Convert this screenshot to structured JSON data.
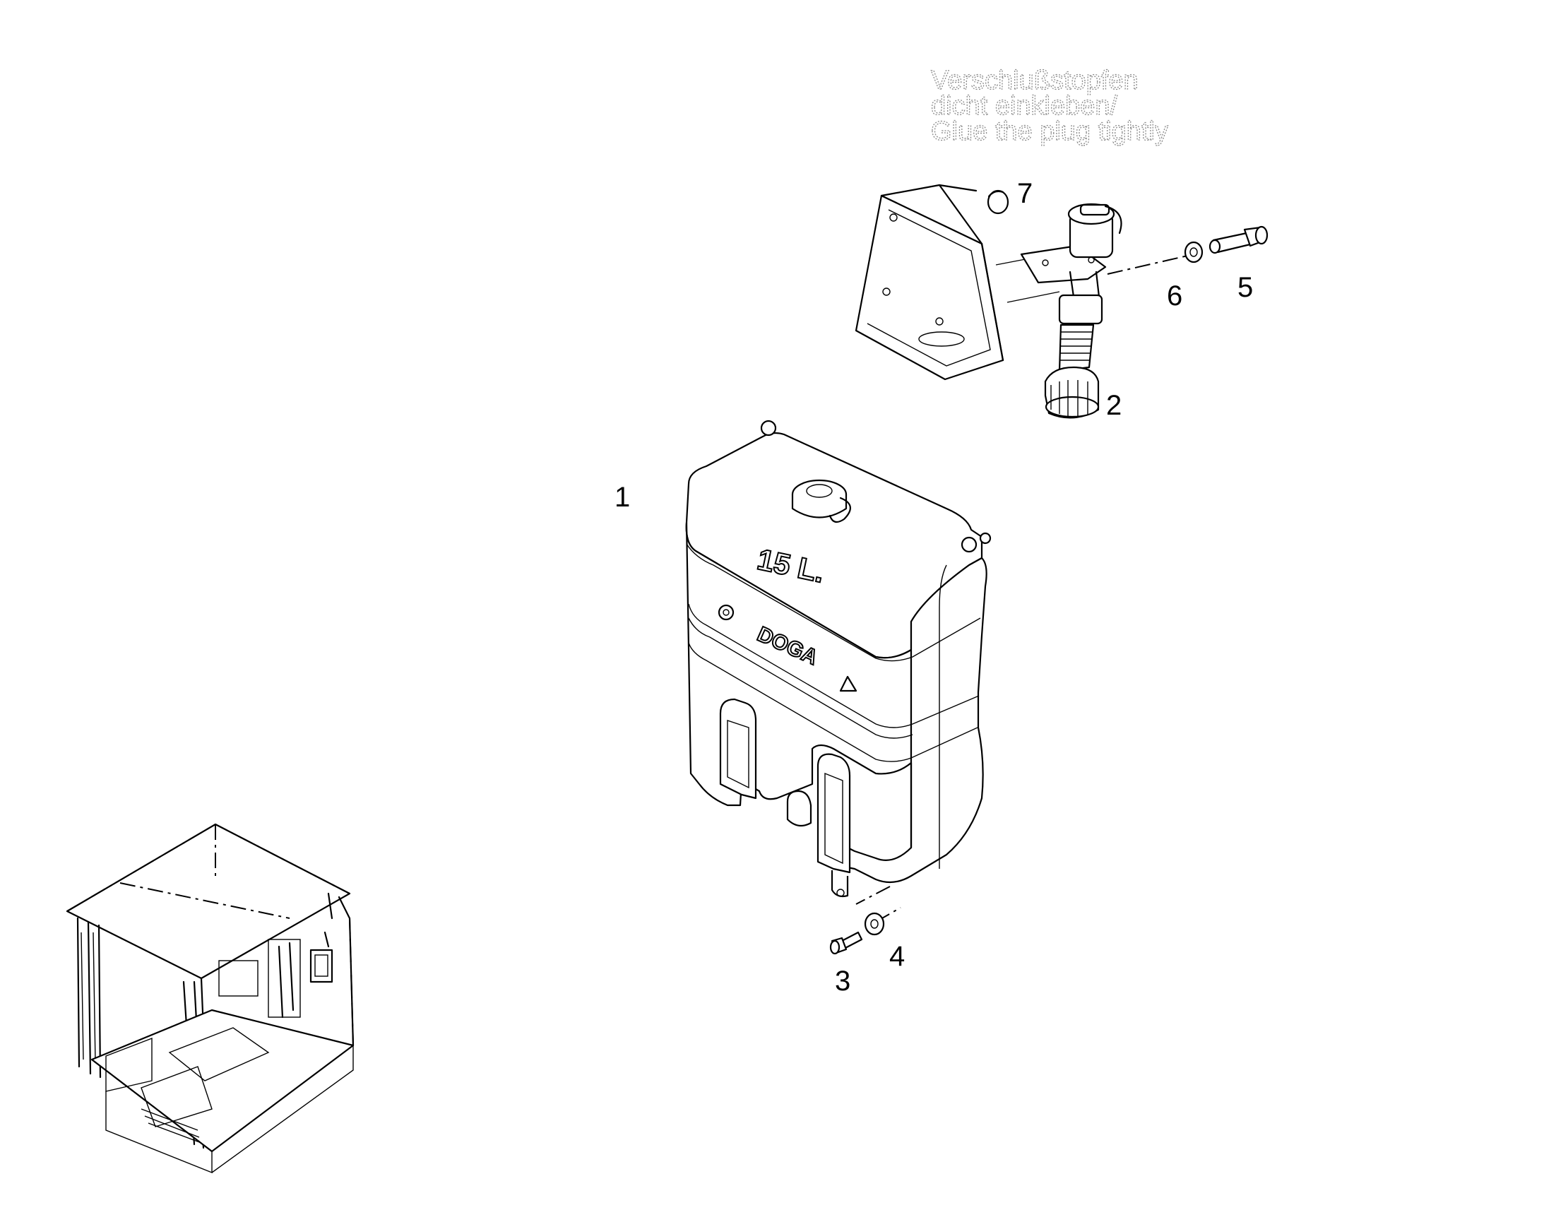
{
  "note": {
    "lines": [
      "Verschlußstopfen",
      "dicht einkleben/",
      "Glue the plug tightly"
    ]
  },
  "callouts": [
    "1",
    "2",
    "3",
    "4",
    "5",
    "6",
    "7"
  ],
  "tank": {
    "capacity_label": "15  L.",
    "brand_label": "DOGA"
  }
}
